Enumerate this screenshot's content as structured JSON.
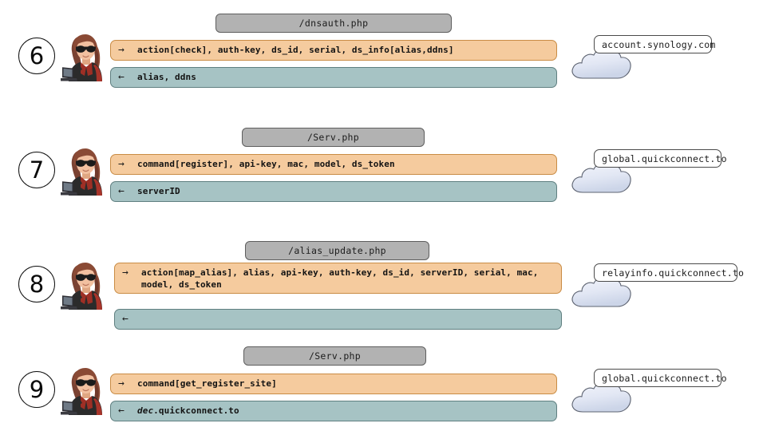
{
  "diagram": {
    "title": "Synology QuickConnect registration protocol steps 6-9",
    "colors": {
      "request_fill": "#f5cb9e",
      "request_border": "#c98c45",
      "response_fill": "#a6c3c4",
      "response_border": "#5f7f80",
      "endpoint_fill": "#b2b2b2",
      "endpoint_border": "#5e5e5e",
      "cloud_fill": "#dfe4f2",
      "number_border": "#111111"
    },
    "icons": {
      "request_arrow": "→",
      "response_arrow": "←",
      "actor": "hacker-at-laptop-icon",
      "server": "cloud-icon"
    },
    "steps": [
      {
        "number": "6",
        "endpoint": "/dnsauth.php",
        "request": "action[check], auth-key, ds_id, serial, ds_info[alias,ddns]",
        "response": "alias, ddns",
        "response_italic_prefix": "",
        "host": "account.synology.com"
      },
      {
        "number": "7",
        "endpoint": "/Serv.php",
        "request": "command[register], api-key, mac, model, ds_token",
        "response": "serverID",
        "response_italic_prefix": "",
        "host": "global.quickconnect.to"
      },
      {
        "number": "8",
        "endpoint": "/alias_update.php",
        "request": "action[map_alias], alias, api-key, auth-key, ds_id, serverID, serial, mac, model, ds_token",
        "response": "",
        "response_italic_prefix": "",
        "host": "relayinfo.quickconnect.to"
      },
      {
        "number": "9",
        "endpoint": "/Serv.php",
        "request": "command[get_register_site]",
        "response": ".quickconnect.to",
        "response_italic_prefix": "dec",
        "host": "global.quickconnect.to"
      }
    ]
  }
}
